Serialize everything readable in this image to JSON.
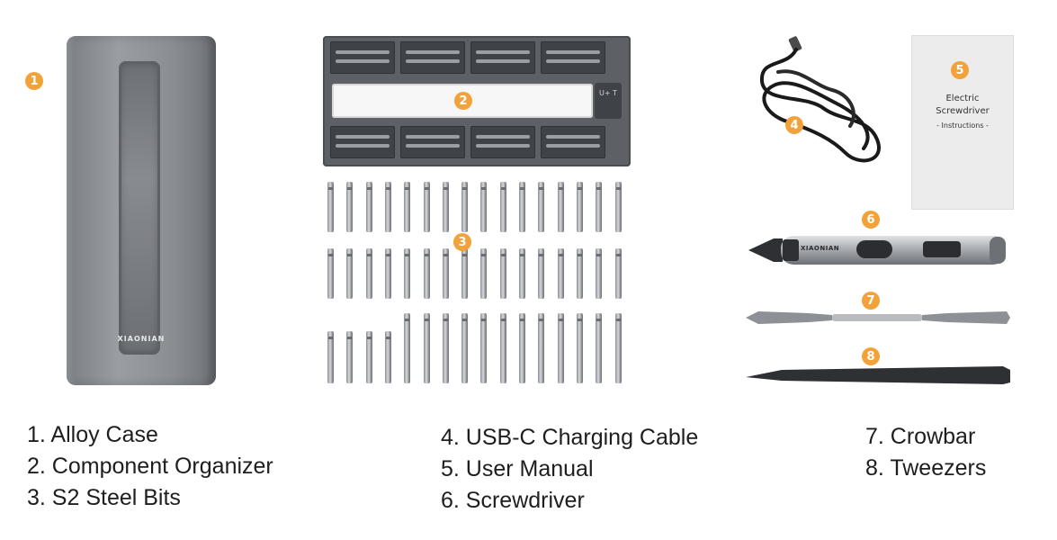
{
  "badges": [
    "1",
    "2",
    "3",
    "4",
    "5",
    "6",
    "7",
    "8"
  ],
  "case": {
    "brand": "XIAONIAN"
  },
  "organizer": {
    "side_label": "U+ T"
  },
  "manual": {
    "title_line1": "Electric",
    "title_line2": "Screwdriver",
    "subtitle": "- Instructions -"
  },
  "screwdriver": {
    "brand": "XIAONIAN"
  },
  "legend": {
    "col1": [
      "1. Alloy Case",
      "2. Component Organizer",
      "3. S2 Steel Bits"
    ],
    "col2": [
      "4. USB-C Charging Cable",
      "5. User Manual",
      "6. Screwdriver"
    ],
    "col3": [
      "7. Crowbar",
      "8. Tweezers"
    ]
  },
  "colors": {
    "badge": "#f2a23a",
    "metal": "#8b8e93",
    "dark": "#3f4247"
  }
}
